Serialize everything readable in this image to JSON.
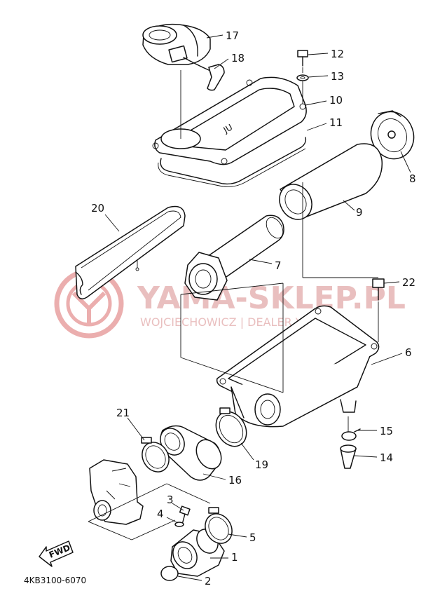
{
  "watermark": {
    "brand": "YAMA-SKLEP.PL",
    "tagline": "WOJCIECHOWICZ | DEALER YAMAHA"
  },
  "drawing_code": "4KB3100-6070",
  "fwd_label": "FWD",
  "callouts": [
    "1",
    "2",
    "3",
    "4",
    "5",
    "6",
    "7",
    "8",
    "9",
    "10",
    "11",
    "12",
    "13",
    "14",
    "15",
    "16",
    "17",
    "18",
    "19",
    "20",
    "21",
    "22"
  ],
  "housing_mark": "JU",
  "colors": {
    "line": "#111111",
    "watermark": "#e6b4b4"
  }
}
